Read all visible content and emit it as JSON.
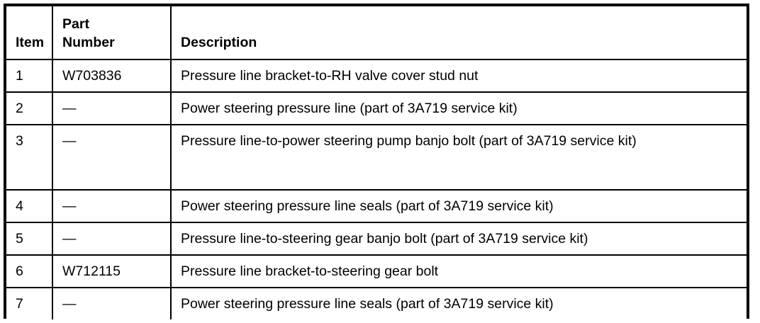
{
  "table": {
    "headers": {
      "item": "Item",
      "part_number_line1": "Part",
      "part_number_line2": "Number",
      "description": "Description"
    },
    "rows": [
      {
        "item": "1",
        "part_number": "W703836",
        "description": "Pressure line bracket-to-RH valve cover stud nut"
      },
      {
        "item": "2",
        "part_number": "—",
        "description": "Power steering pressure line (part of 3A719 service kit)"
      },
      {
        "item": "3",
        "part_number": "—",
        "description": "Pressure line-to-power steering pump banjo bolt (part of 3A719 service kit)"
      },
      {
        "item": "4",
        "part_number": "—",
        "description": "Power steering pressure line seals (part of 3A719 service kit)"
      },
      {
        "item": "5",
        "part_number": "—",
        "description": "Pressure line-to-steering gear banjo bolt (part of 3A719 service kit)"
      },
      {
        "item": "6",
        "part_number": "W712115",
        "description": "Pressure line bracket-to-steering gear bolt"
      },
      {
        "item": "7",
        "part_number": "—",
        "description": "Power steering pressure line seals (part of 3A719 service kit)"
      }
    ]
  },
  "style": {
    "border_color": "#000000",
    "text_color": "#000000",
    "background_color": "#ffffff"
  }
}
